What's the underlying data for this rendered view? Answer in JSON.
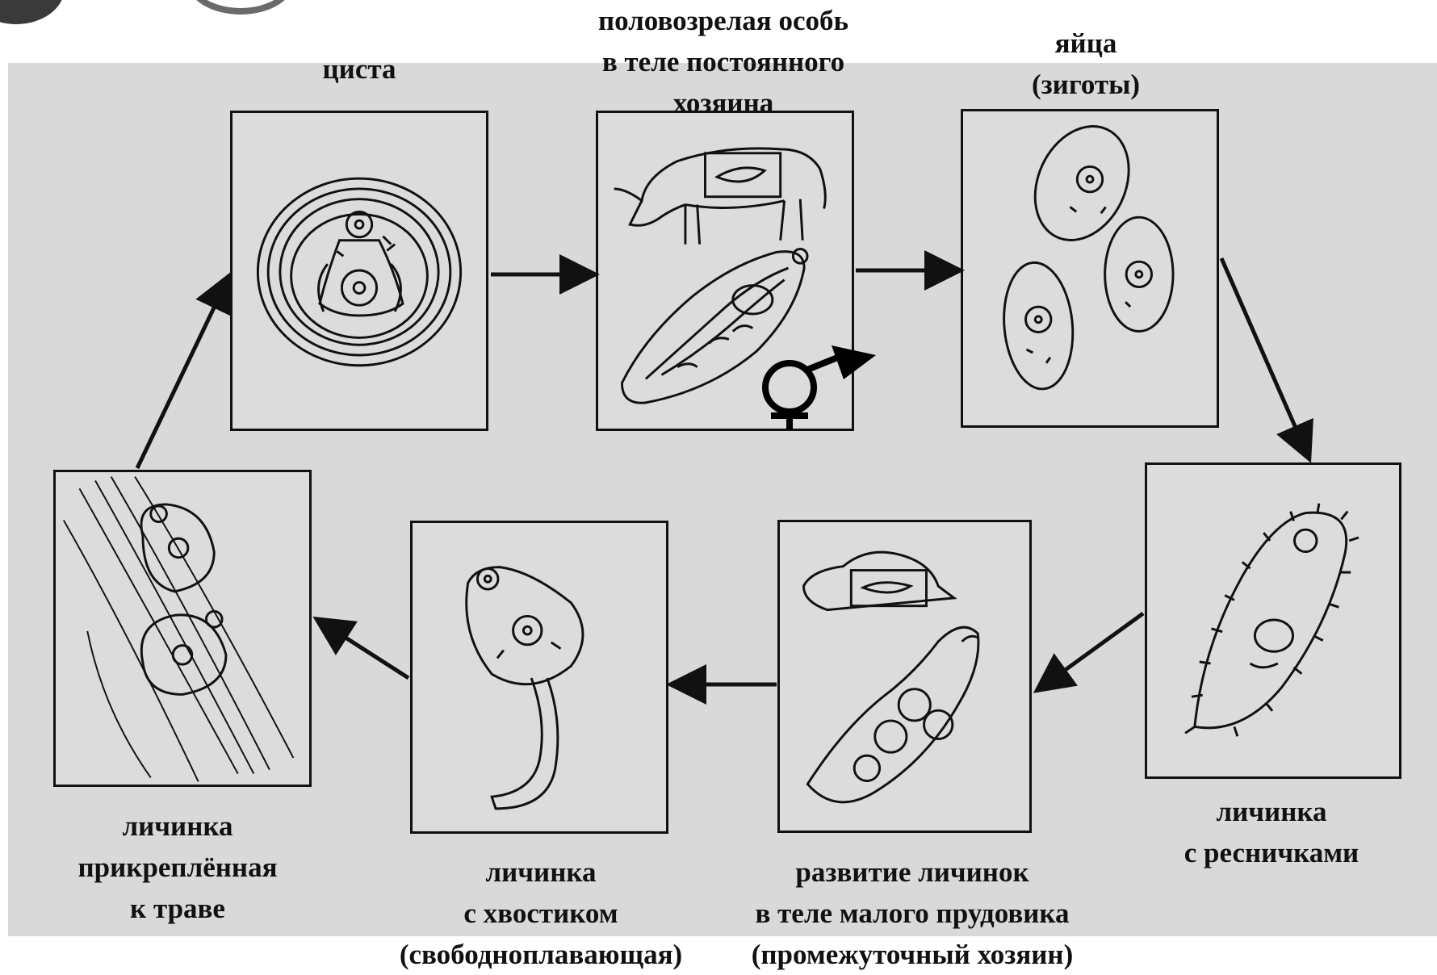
{
  "stages": {
    "cyst": {
      "lines": [
        "циста"
      ]
    },
    "adult": {
      "lines": [
        "половозрелая особь",
        "в теле постоянного",
        "хозяина"
      ]
    },
    "eggs": {
      "lines": [
        "яйца",
        "(зиготы)"
      ]
    },
    "ciliated_larva": {
      "lines": [
        "личинка",
        "с ресничками"
      ]
    },
    "snail_development": {
      "lines": [
        "развитие личинок",
        "в теле малого прудовика",
        "(промежуточный хозяин)"
      ]
    },
    "tailed_larva": {
      "lines": [
        "личинка",
        "с хвостиком",
        "(свободноплавающая)"
      ]
    },
    "attached_larva": {
      "lines": [
        "личинка",
        "прикреплённая",
        "к траве"
      ]
    }
  },
  "symbols": {
    "hermaphrodite": "male-female-symbol-icon"
  },
  "colors": {
    "background": "#d9d9d9",
    "ink": "#111111"
  }
}
